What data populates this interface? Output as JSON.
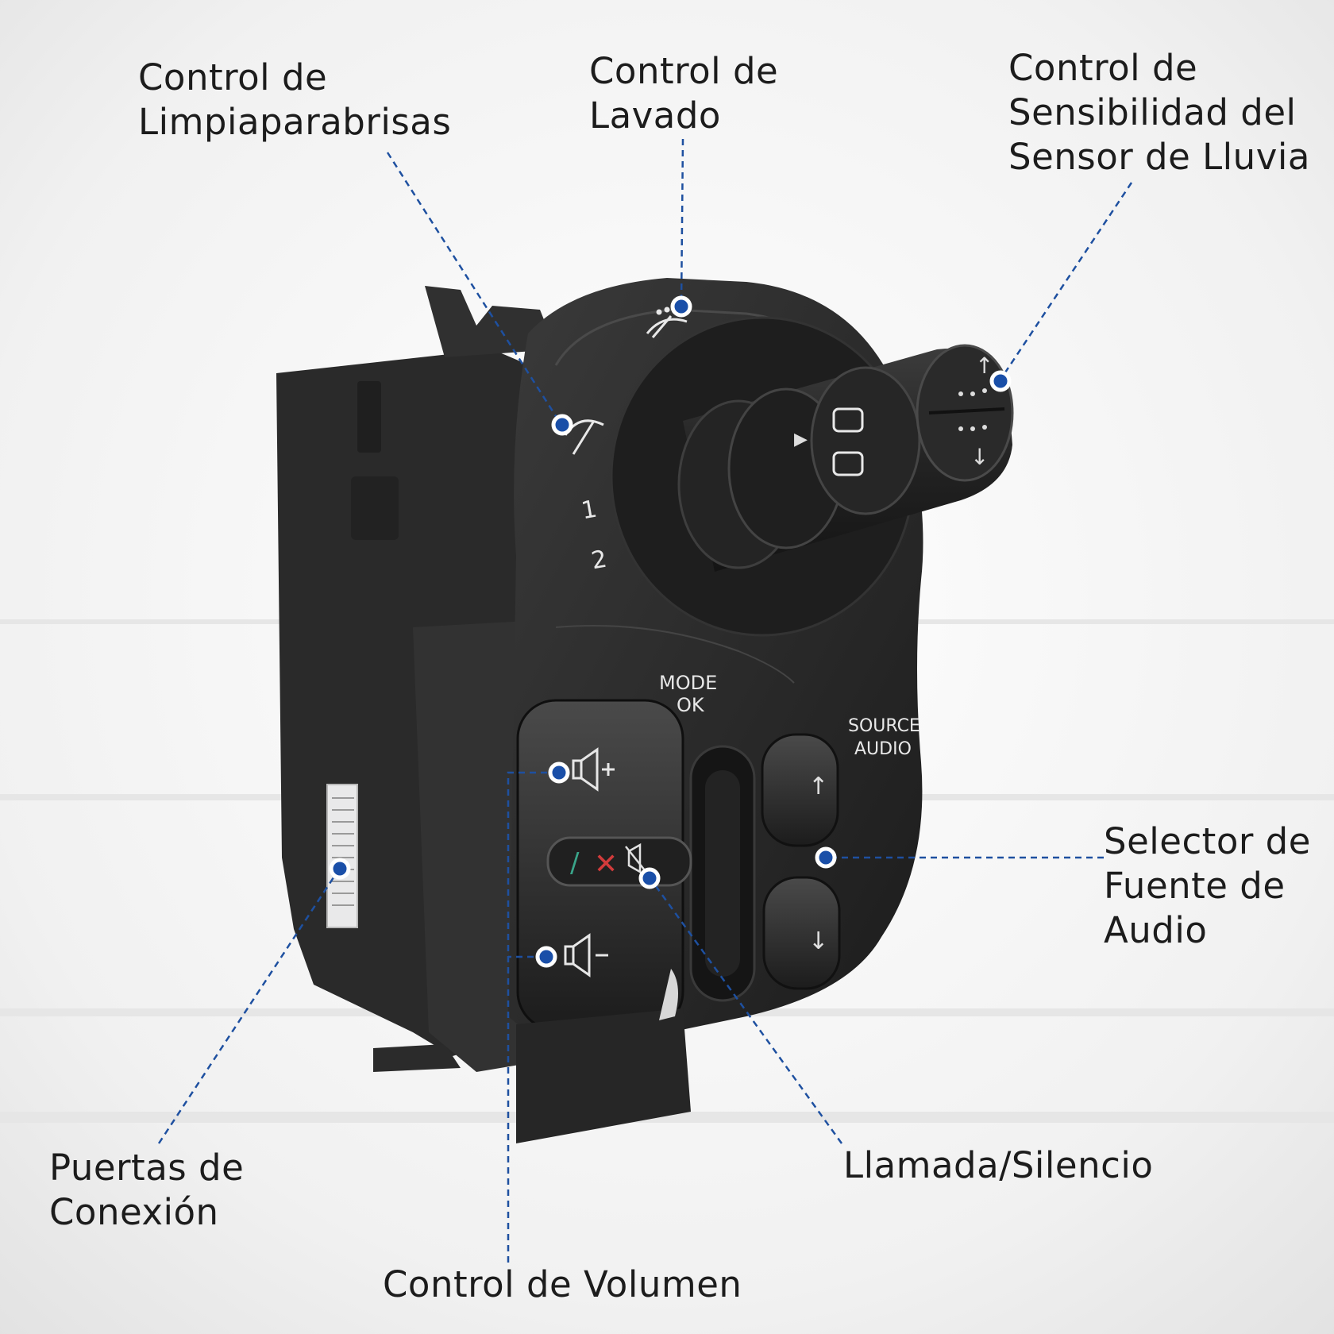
{
  "panel_markings": {
    "mode_line1": "MODE",
    "mode_line2": "OK",
    "source_line1": "SOURCE",
    "source_line2": "AUDIO",
    "speed_1": "1",
    "speed_2": "2"
  },
  "callouts": {
    "wiper": {
      "lines": [
        "Control de",
        "Limpiaparabrisas"
      ]
    },
    "washer": {
      "lines": [
        "Control de",
        "Lavado"
      ]
    },
    "rain_sensor": {
      "lines": [
        "Control de",
        "Sensibilidad del",
        "Sensor de Lluvia"
      ]
    },
    "source": {
      "lines": [
        "Selector de",
        "Fuente de",
        "Audio"
      ]
    },
    "call_mute": {
      "lines": [
        "Llamada/Silencio"
      ]
    },
    "ports": {
      "lines": [
        "Puertas de",
        "Conexión"
      ]
    },
    "volume": {
      "lines": [
        "Control de Volumen"
      ]
    }
  },
  "colors": {
    "callout_line": "#1e50a0",
    "callout_dot": "#1a4fa8",
    "label_text": "#1c1c1c",
    "switch_body": "#262626",
    "call_answer": "#3aa58a",
    "call_hangup": "#d23b3b"
  },
  "icons": [
    "washer-icon",
    "wiper-icon",
    "volume-up-icon",
    "volume-down-icon",
    "phone-icon",
    "hangup-icon",
    "mute-icon",
    "arrow-up-icon",
    "arrow-down-icon"
  ]
}
